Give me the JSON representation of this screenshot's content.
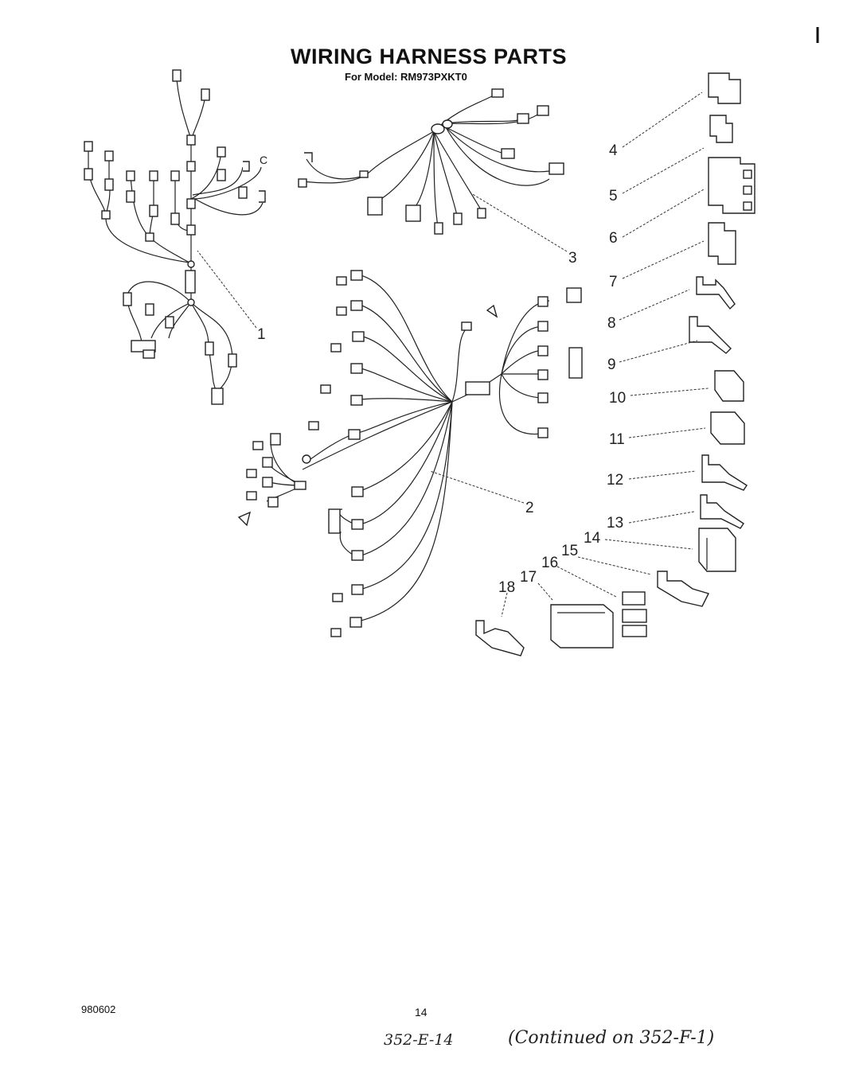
{
  "title": "WIRING HARNESS PARTS",
  "subtitle": "For Model: RM973PXKT0",
  "callouts": {
    "c1": "1",
    "c2": "2",
    "c3": "3",
    "c4": "4",
    "c5": "5",
    "c6": "6",
    "c7": "7",
    "c8": "8",
    "c9": "9",
    "c10": "10",
    "c11": "11",
    "c12": "12",
    "c13": "13",
    "c14": "14",
    "c15": "15",
    "c16": "16",
    "c17": "17",
    "c18": "18"
  },
  "footer": {
    "doc_number": "980602",
    "page_number": "14",
    "section_ref": "352-E-14",
    "continued_note": "(Continued on 352-F-1)"
  }
}
